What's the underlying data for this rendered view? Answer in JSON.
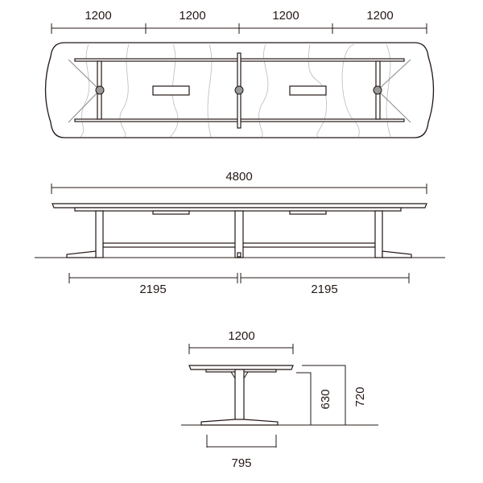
{
  "top_view": {
    "segment_dims": [
      "1200",
      "1200",
      "1200",
      "1200"
    ]
  },
  "side_view": {
    "total_length": "4800",
    "leg_spans": [
      "2195",
      "2195"
    ]
  },
  "end_view": {
    "width": "1200",
    "base_width": "795",
    "apron_height": "630",
    "table_height": "720"
  }
}
